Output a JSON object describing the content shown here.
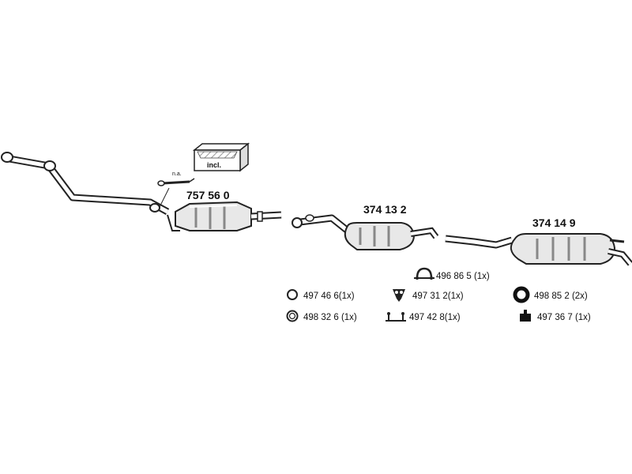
{
  "assemblies": {
    "front_pipe_catalyst": "757 56 0",
    "middle_silencer": "374 13 2",
    "rear_silencer": "374 14 9"
  },
  "notes": {
    "not_available": "n.a.",
    "included": "incl."
  },
  "fittings": [
    {
      "icon": "clamp-ring-icon",
      "label": "497 46 6(1x)"
    },
    {
      "icon": "gasket-ring-icon",
      "label": "498 32 6 (1x)"
    },
    {
      "icon": "rubber-hanger-icon",
      "label": "497 31 2(1x)"
    },
    {
      "icon": "mounting-bracket-icon",
      "label": "497 42 8(1x)"
    },
    {
      "icon": "pipe-clamp-icon",
      "label": "496 86 5 (1x)"
    },
    {
      "icon": "rubber-ring-icon",
      "label": "498 85 2 (2x)"
    },
    {
      "icon": "rubber-mount-icon",
      "label": "497 36 7 (1x)"
    }
  ]
}
